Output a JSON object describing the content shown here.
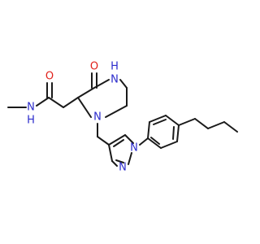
{
  "molecule": {
    "atom_labels": {
      "n_amide": "N",
      "h_amide": "H",
      "o_carbonyl_amide": "O",
      "o_carbonyl_ring": "O",
      "n_ring_top": "N",
      "h_ring_top": "H",
      "n_ring_bottom": "N",
      "n_pyrazole_1": "N",
      "n_pyrazole_2": "N"
    },
    "colors": {
      "bond": "#1a1a1a",
      "nitrogen": "#2b2bcc",
      "oxygen": "#e0201a"
    }
  }
}
